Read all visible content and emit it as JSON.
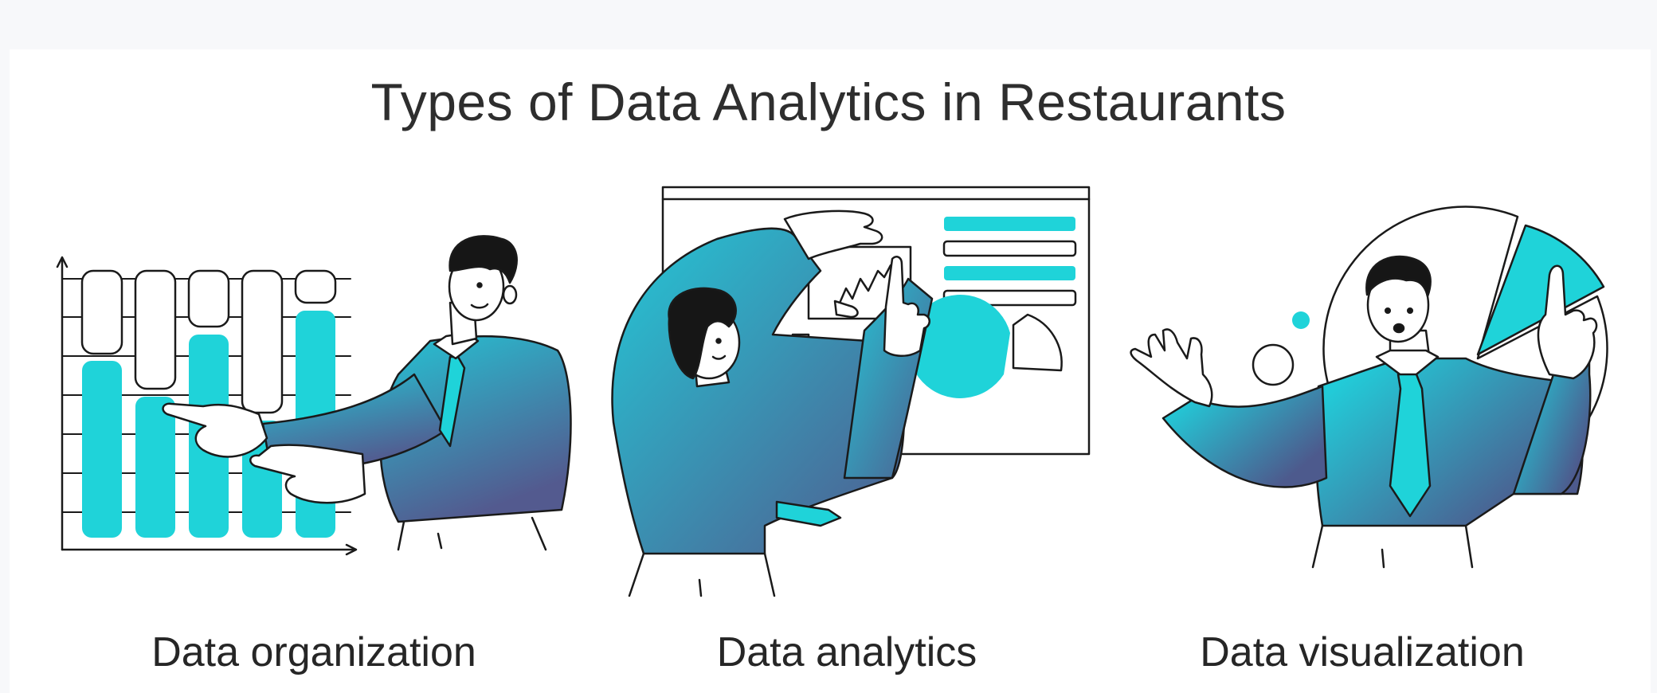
{
  "title": "Types of Data Analytics in Restaurants",
  "panels": [
    {
      "caption": "Data organization",
      "illustration": "person-pointing-at-bar-chart"
    },
    {
      "caption": "Data analytics",
      "illustration": "person-framing-whiteboard-chart"
    },
    {
      "caption": "Data visualization",
      "illustration": "person-presenting-pie-chart"
    }
  ],
  "colors": {
    "accent": "#1fd3d9",
    "shirt_top": "#29b7c8",
    "shirt_bottom": "#4f5f92",
    "outline": "#1a1a1a",
    "hair": "#161616"
  }
}
